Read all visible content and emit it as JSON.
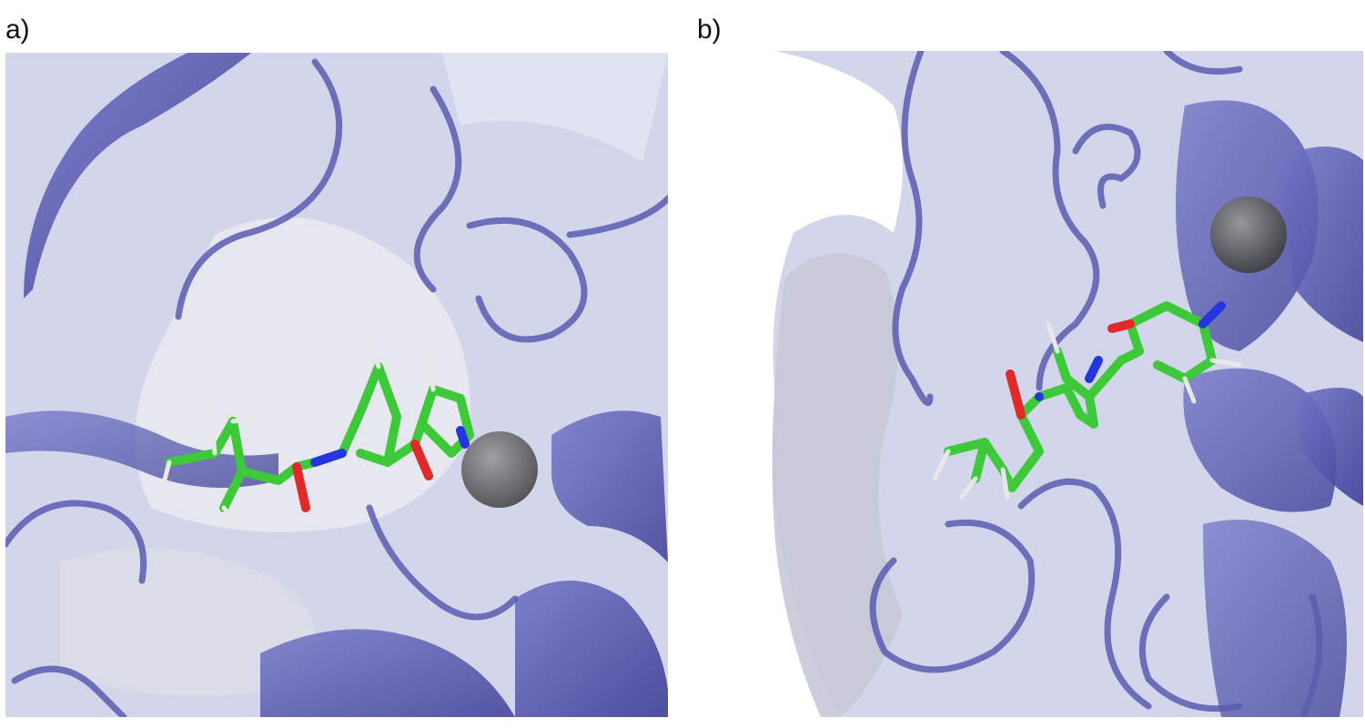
{
  "panels": [
    {
      "label": "a)"
    },
    {
      "label": "b)"
    }
  ],
  "colors": {
    "protein_cartoon": "#5a5cb0",
    "surface": "#c9cde6",
    "ligand_carbon": "#3ec93a",
    "ligand_nitrogen": "#2535e0",
    "ligand_oxygen": "#e02a2a",
    "hydrogen": "#e8e8e8",
    "metal_ion": "#6a6a6a"
  },
  "icons": {
    "protein": "protein-cartoon-surface-render",
    "ligand": "ligand-stick-model",
    "ion": "metal-ion-sphere"
  }
}
